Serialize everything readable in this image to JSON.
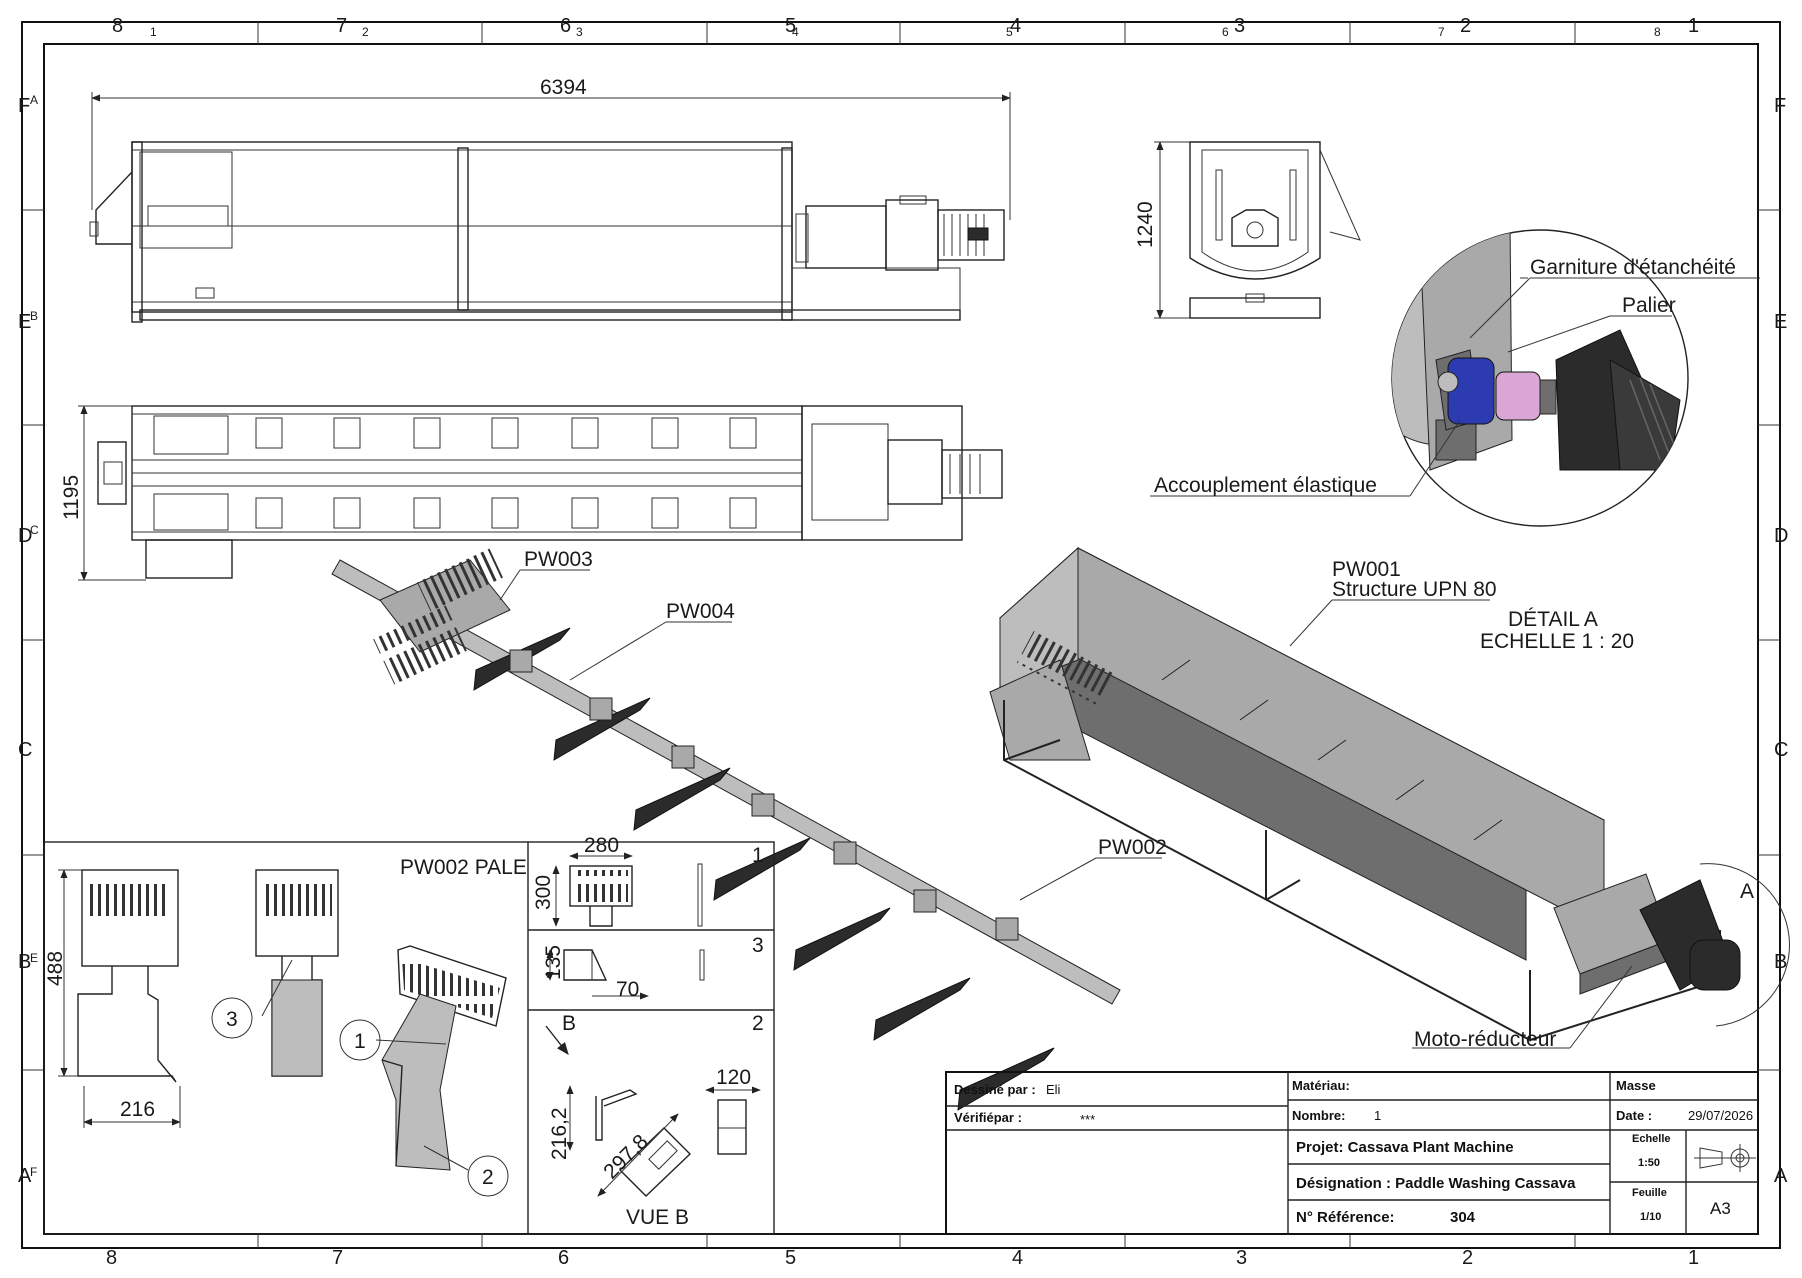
{
  "border": {
    "top_numbers": [
      "8",
      "7",
      "6",
      "5",
      "4",
      "3",
      "2",
      "1"
    ],
    "bottom_numbers": [
      "8",
      "7",
      "6",
      "5",
      "4",
      "3",
      "2",
      "1"
    ],
    "top_small": [
      "1",
      "2",
      "3",
      "4",
      "5",
      "6",
      "7",
      "8"
    ],
    "left_letters": [
      "F",
      "E",
      "D",
      "C",
      "B",
      "A"
    ],
    "left_small": [
      "A",
      "B",
      "C",
      "",
      "E",
      "F"
    ],
    "right_letters": [
      "F",
      "E",
      "D",
      "C",
      "B",
      "A"
    ]
  },
  "dimensions": {
    "overall_length": "6394",
    "height": "1240",
    "width": "1195",
    "pale_height": "488",
    "pale_width": "216",
    "view1_width": "280",
    "view1_height": "300",
    "view3_height": "135",
    "view3_width": "70",
    "viewb_height": "216,2",
    "viewb_diag": "297,8",
    "viewb_width": "120"
  },
  "callouts": {
    "garniture": "Garniture d'étanchéité",
    "palier": "Palier",
    "accouplement": "Accouplement élastique",
    "pw001_line1": "PW001",
    "pw001_line2": "Structure UPN 80",
    "detail_line1": "DÉTAIL A",
    "detail_line2": "ECHELLE 1 : 20",
    "pw003": "PW003",
    "pw004": "PW004",
    "pw002": "PW002",
    "detail_marker": "A",
    "moto": "Moto-réducteur",
    "pale_title": "PW002 PALE",
    "view_b_arrow": "B",
    "vue_b": "VUE B",
    "view_num_1": "1",
    "view_num_2": "2",
    "view_num_3": "3",
    "balloon_1": "1",
    "balloon_2": "2",
    "balloon_3": "3"
  },
  "title_block": {
    "drawn_by_label": "Dessiné par :",
    "drawn_by_value": "Eli",
    "checked_by_label": "Vérifiépar :",
    "checked_by_value": "***",
    "material_label": "Matériau:",
    "quantity_label": "Nombre:",
    "quantity_value": "1",
    "mass_label": "Masse",
    "date_label": "Date :",
    "date_value": "29/07/2026",
    "project": "Projet: Cassava Plant Machine",
    "designation": "Désignation : Paddle Washing Cassava",
    "reference_label": "N° Référence:",
    "reference_value": "304",
    "scale_label": "Echelle",
    "scale_value": "1:50",
    "sheet_label": "Feuille",
    "sheet_value": "1/10",
    "format": "A3"
  }
}
